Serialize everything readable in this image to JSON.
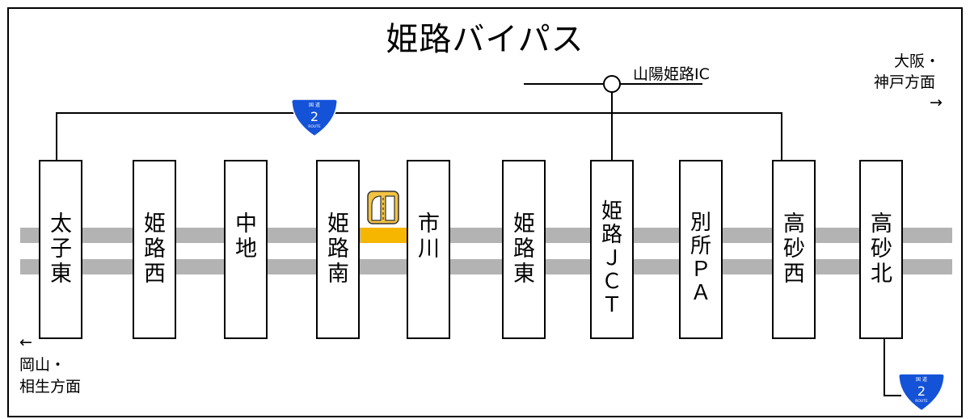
{
  "title": "姫路バイパス",
  "labels": {
    "sanyo_ic": "山陽姫路IC",
    "east_dir_line1": "大阪・",
    "east_dir_line2": "神戸方面",
    "east_arrow": "→",
    "west_arrow": "←",
    "west_dir_line1": "岡山・",
    "west_dir_line2": "相生方面"
  },
  "route_shield": {
    "top_text": "国 道",
    "number": "2",
    "bottom_text": "ROUTE",
    "color": "#1452d8"
  },
  "stations": [
    {
      "name": "太子東"
    },
    {
      "name": "姫路西"
    },
    {
      "name": "中地"
    },
    {
      "name": "姫路南"
    },
    {
      "name": "市川"
    },
    {
      "name": "姫路東"
    },
    {
      "name": "姫路ＪＣＴ"
    },
    {
      "name": "別所ＰＡ"
    },
    {
      "name": "高砂西"
    },
    {
      "name": "高砂北"
    }
  ],
  "colors": {
    "road": "#b3b3b3",
    "toll_segment": "#f6b600",
    "toll_icon": "#f4c341"
  }
}
